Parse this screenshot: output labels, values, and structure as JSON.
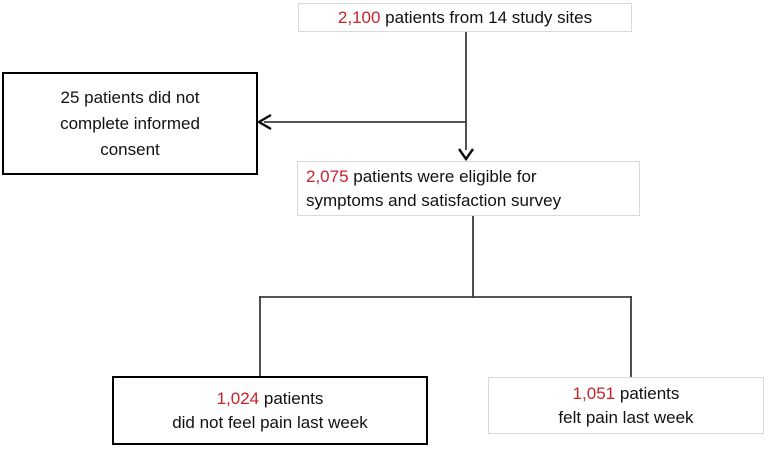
{
  "colors": {
    "accent_red": "#cb2229",
    "line": "#3d3d3d",
    "border_dark": "#000000",
    "border_light": "#d9d9d9",
    "text": "#111111",
    "background": "#ffffff"
  },
  "diagram": {
    "total": {
      "count": "2,100",
      "rest": " patients from 14 study sites"
    },
    "excluded": {
      "line1": "25 patients did not",
      "line2": "complete informed",
      "line3": "consent"
    },
    "eligible": {
      "count": "2,075",
      "rest": " patients were eligible for",
      "line2": "symptoms and satisfaction survey"
    },
    "no_pain": {
      "count": "1,024",
      "rest": " patients",
      "line2": "did not feel pain last week"
    },
    "pain": {
      "count": "1,051",
      "rest": " patients",
      "line2": "felt pain last week"
    }
  }
}
